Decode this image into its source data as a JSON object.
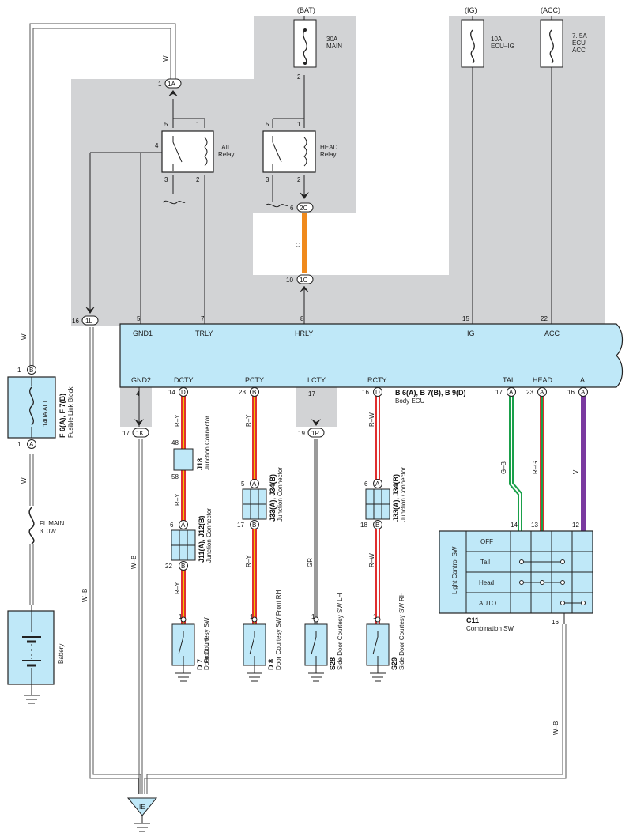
{
  "power_sources": {
    "bat": "(BAT)",
    "ig": "(IG)",
    "acc": "(ACC)"
  },
  "fuses": {
    "main": [
      "30A",
      "MAIN"
    ],
    "ecu_ig": [
      "10A",
      "ECU–IG"
    ],
    "ecu_acc": [
      "7. 5A",
      "ECU",
      "ACC"
    ]
  },
  "relays": {
    "tail": [
      "TAIL",
      "Relay"
    ],
    "head": [
      "HEAD",
      "Relay"
    ]
  },
  "ecu": {
    "top_pins": [
      {
        "label": "GND1",
        "num": "5"
      },
      {
        "label": "TRLY",
        "num": "7"
      },
      {
        "label": "HRLY",
        "num": "8"
      },
      {
        "label": "IG",
        "num": "15"
      },
      {
        "label": "ACC",
        "num": "22"
      }
    ],
    "bottom_pins": [
      {
        "label": "GND2",
        "num": "4"
      },
      {
        "label": "DCTY",
        "num": "14",
        "conn": "D"
      },
      {
        "label": "PCTY",
        "num": "23",
        "conn": "B"
      },
      {
        "label": "LCTY",
        "num": "17"
      },
      {
        "label": "RCTY",
        "num": "16",
        "conn": "D"
      },
      {
        "label": "TAIL",
        "num": "17",
        "conn": "A"
      },
      {
        "label": "HEAD",
        "num": "23",
        "conn": "A"
      },
      {
        "label": "A",
        "num": "16",
        "conn": "A"
      }
    ],
    "id": "B 6(A), B 7(B), B 9(D)",
    "name": "Body ECU"
  },
  "fusible_link": {
    "rating": "140A ALT",
    "id": "F 6(A), F 7(B)",
    "name": "Fusible Link Block"
  },
  "fl_main": [
    "FL MAIN",
    "3. 0W"
  ],
  "battery": "Battery",
  "junctions": {
    "j18": {
      "id": "J18",
      "name": "Junction Connector"
    },
    "j11": {
      "id": "J11(A), J12(B)",
      "name": "Junction Connector"
    },
    "j33a": {
      "id": "J33(A), J34(B)",
      "name": "Junction Connector"
    },
    "j33b": {
      "id": "J33(A), J34(B)",
      "name": "Junction Connector"
    }
  },
  "switches": {
    "d7": {
      "id": "D 7",
      "name": "Door Courtesy SW Front LH"
    },
    "d8": {
      "id": "D 8",
      "name": "Door Courtesy SW Front RH"
    },
    "s28": {
      "id": "S28",
      "name": "Side Door Courtesy SW LH"
    },
    "s29": {
      "id": "S29",
      "name": "Side Door Courtesy SW RH"
    }
  },
  "combination_sw": {
    "id": "C11",
    "name": "Combination SW",
    "side_label": "Light Control SW",
    "positions": [
      "OFF",
      "Tail",
      "Head",
      "AUTO"
    ],
    "pins": [
      "14",
      "13",
      "12",
      "16"
    ]
  },
  "connectors": {
    "c1A": "1A",
    "c2C": "2C",
    "c1C": "1C",
    "c1L": "1L",
    "c1K": "1K",
    "c1P": "1P",
    "B": "B",
    "A": "A",
    "D": "D",
    "IE": "IE"
  },
  "wire_colors": {
    "w": "W",
    "o": "O",
    "ry": "R–Y",
    "rw": "R–W",
    "gr": "GR",
    "gb": "G–B",
    "rg": "R–G",
    "v": "V",
    "wb": "W–B"
  },
  "pin_numbers": {
    "p1": "1",
    "p2": "2",
    "p3": "3",
    "p4": "4",
    "p5": "5",
    "p6": "6",
    "p10": "10",
    "p16": "16",
    "p17": "17",
    "p19": "19",
    "p18": "18",
    "p22": "22",
    "p48": "48",
    "p58": "58"
  },
  "colors": {
    "shade": "#d2d3d5",
    "ecu_fill": "#bfe8f8",
    "comp_fill": "#bfe8f8",
    "orange": "#f08a1c",
    "red": "#e03030",
    "yellow": "#f5c400",
    "green": "#1aa04a",
    "purple": "#7a3aa0",
    "gray": "#9a9a9a"
  }
}
